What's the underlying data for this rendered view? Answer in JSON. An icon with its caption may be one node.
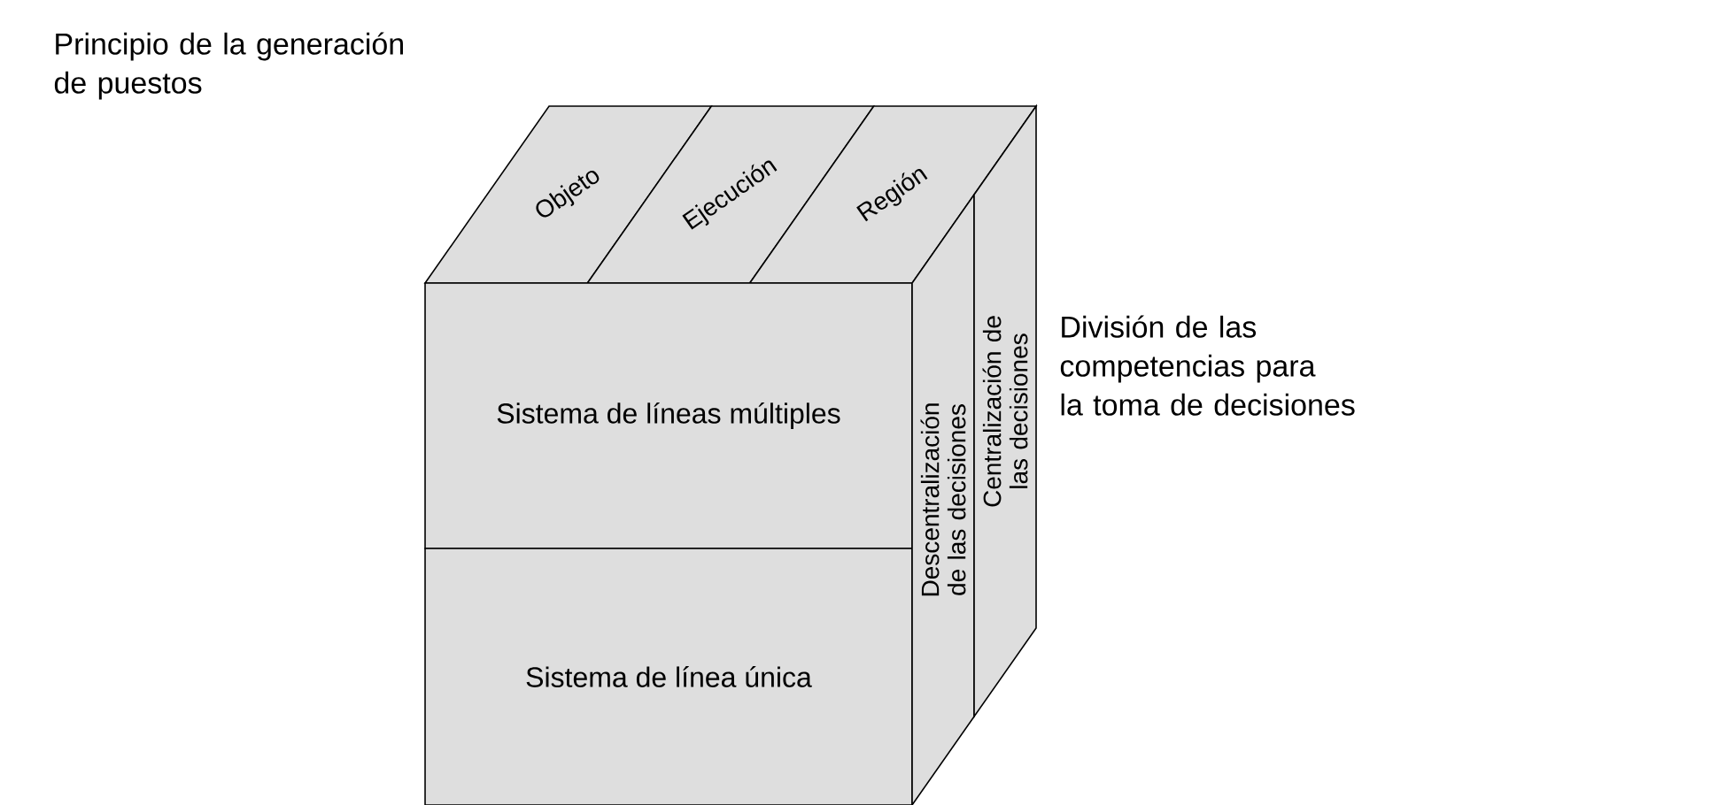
{
  "diagram": {
    "nodes": [
      {
        "text": [
          "Objeto"
        ]
      },
      {
        "text": [
          "Ejecución"
        ]
      },
      {
        "text": [
          "Región"
        ]
      },
      {
        "text": [
          "Sistema de líneas múltiples"
        ]
      },
      {
        "text": [
          "Sistema de línea única"
        ]
      },
      {
        "text": [
          "Descentralización de las decisiones"
        ]
      },
      {
        "text": [
          "Centralización de las decisiones"
        ]
      }
    ],
    "edges": [],
    "labels": [
      "Principio de la generación de puestos",
      "División de las competencias para la toma de decisiones"
    ]
  }
}
